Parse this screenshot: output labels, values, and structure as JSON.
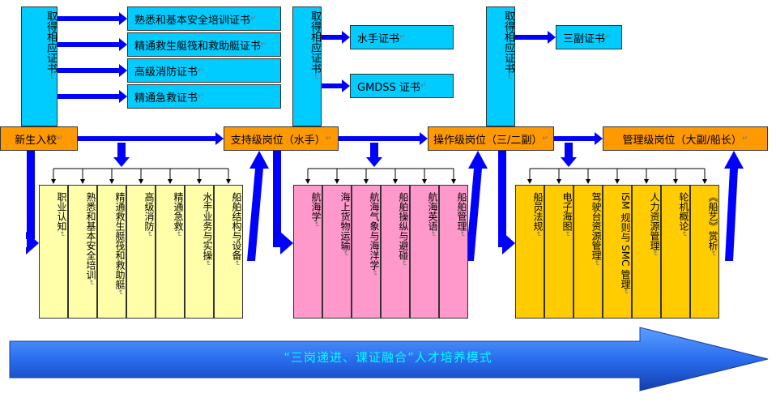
{
  "colors": {
    "cyan": "#00ccff",
    "orange": "#ff9900",
    "blue": "#0000ff",
    "yellow": "#ffffaa",
    "pink": "#ff99cc",
    "gold": "#ffcc00"
  },
  "stages": [
    {
      "qude": "取得相应证书",
      "certs": [
        "熟悉和基本安全培训证书",
        "精通救生艇筏和救助艇证书",
        "高级消防证书",
        "精通急救证书"
      ],
      "post": "新生入校",
      "courses": [
        "职业认知",
        "熟悉和基本安全培训",
        "精通救生艇筏和救助艇",
        "高级消防",
        "精通急救",
        "水手业务与实操",
        "船舶结构与设备"
      ]
    },
    {
      "qude": "取得相应证书",
      "certs": [
        "水手证书",
        "GMDSS 证书"
      ],
      "post": "支持级岗位（水手）",
      "courses": [
        "航海学",
        "海上货物运输",
        "航海气象与海洋学",
        "船舶操纵与避碰",
        "航海英语",
        "船舶管理"
      ]
    },
    {
      "qude": "取得相应证书",
      "certs": [
        "三副证书"
      ],
      "post": "操作级岗位（三/二副）",
      "courses": [
        "船员法规",
        "电子海图",
        "驾驶台资源管理",
        "ISM 规则与 SMC 管理",
        "人力资源管理",
        "轮机概论",
        "《船艺》赏析"
      ]
    },
    {
      "qude": "",
      "certs": [],
      "post": "管理级岗位（大副/船长）",
      "courses": []
    }
  ],
  "banner": "“三岗递进、课证融合”人才培养模式"
}
